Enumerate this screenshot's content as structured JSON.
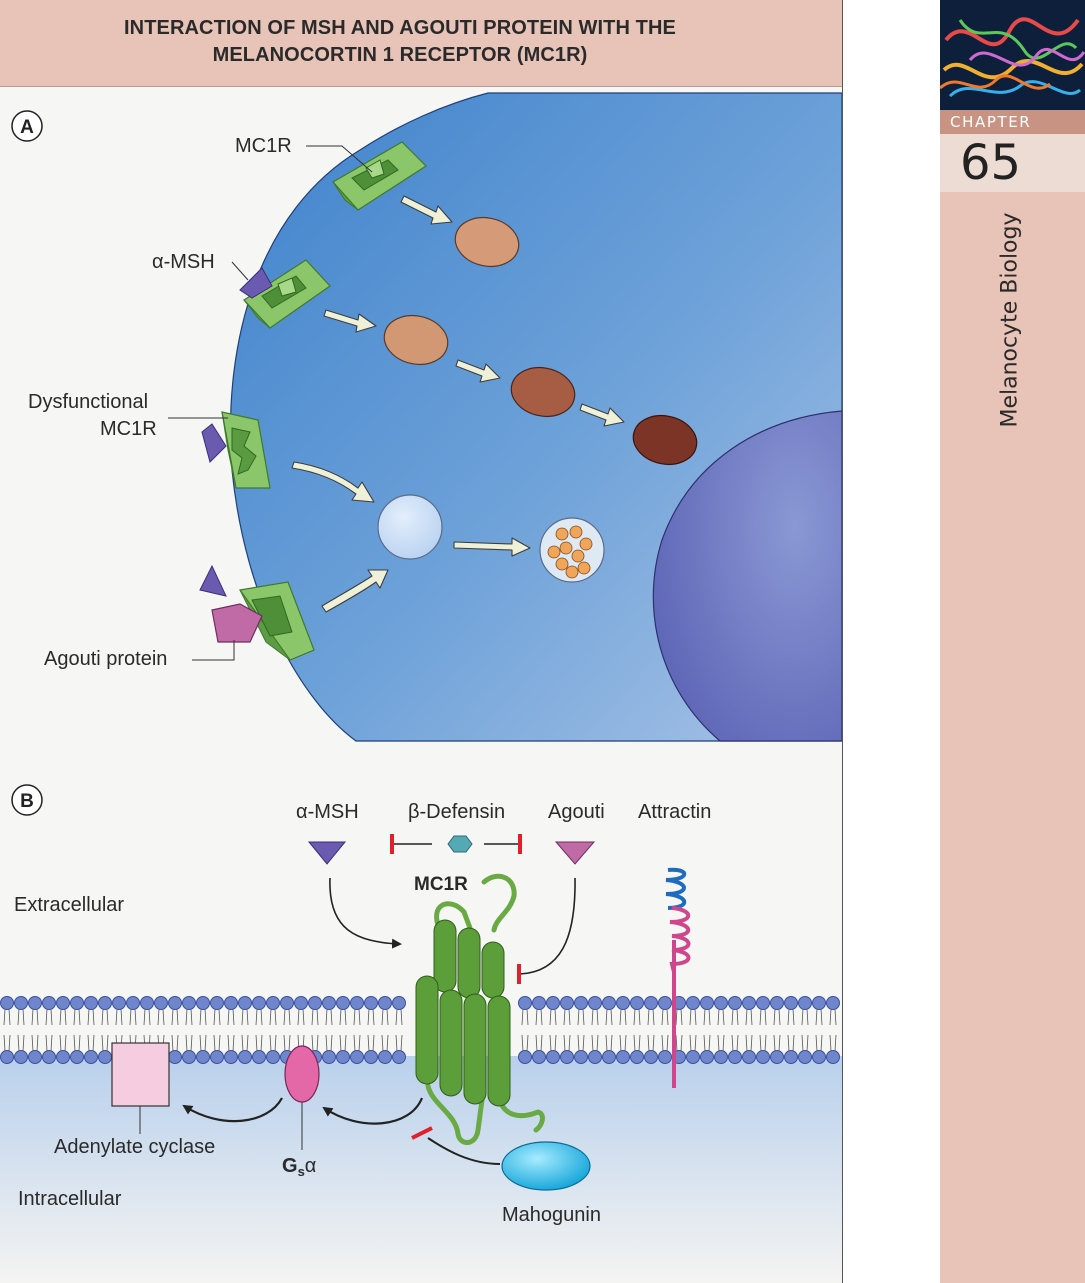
{
  "figure": {
    "title_line1": "INTERACTION OF MSH AND AGOUTI PROTEIN WITH THE",
    "title_line2": "MELANOCORTIN 1 RECEPTOR (MC1R)"
  },
  "panel_a": {
    "badge": "A",
    "label_mc1r": "MC1R",
    "label_msh": "α-MSH",
    "label_dysfunctional_1": "Dysfunctional",
    "label_dysfunctional_2": "MC1R",
    "label_agouti": "Agouti protein"
  },
  "panel_b": {
    "badge": "B",
    "label_msh": "α-MSH",
    "label_defensin": "β-Defensin",
    "label_agouti": "Agouti",
    "label_attractin": "Attractin",
    "label_mc1r": "MC1R",
    "label_extracellular": "Extracellular",
    "label_intracellular": "Intracellular",
    "label_adenylate": "Adenylate cyclase",
    "label_gsa_main": "G",
    "label_gsa_sub": "s",
    "label_gsa_alpha": "α",
    "label_mahogunin": "Mahogunin"
  },
  "sidebar": {
    "chapter_word": "CHAPTER",
    "chapter_number": "65",
    "chapter_title": "Melanocyte Biology"
  },
  "colors": {
    "cell": "#5a93d3",
    "nucleus": "#6e78bd",
    "receptor": "#7cbc5c",
    "msh": "#6b5bb0",
    "agouti": "#c06aa6",
    "membrane": "#3b4fa0",
    "mahogunin": "#2bb3e0",
    "accent_band": "#e8c4b8"
  }
}
